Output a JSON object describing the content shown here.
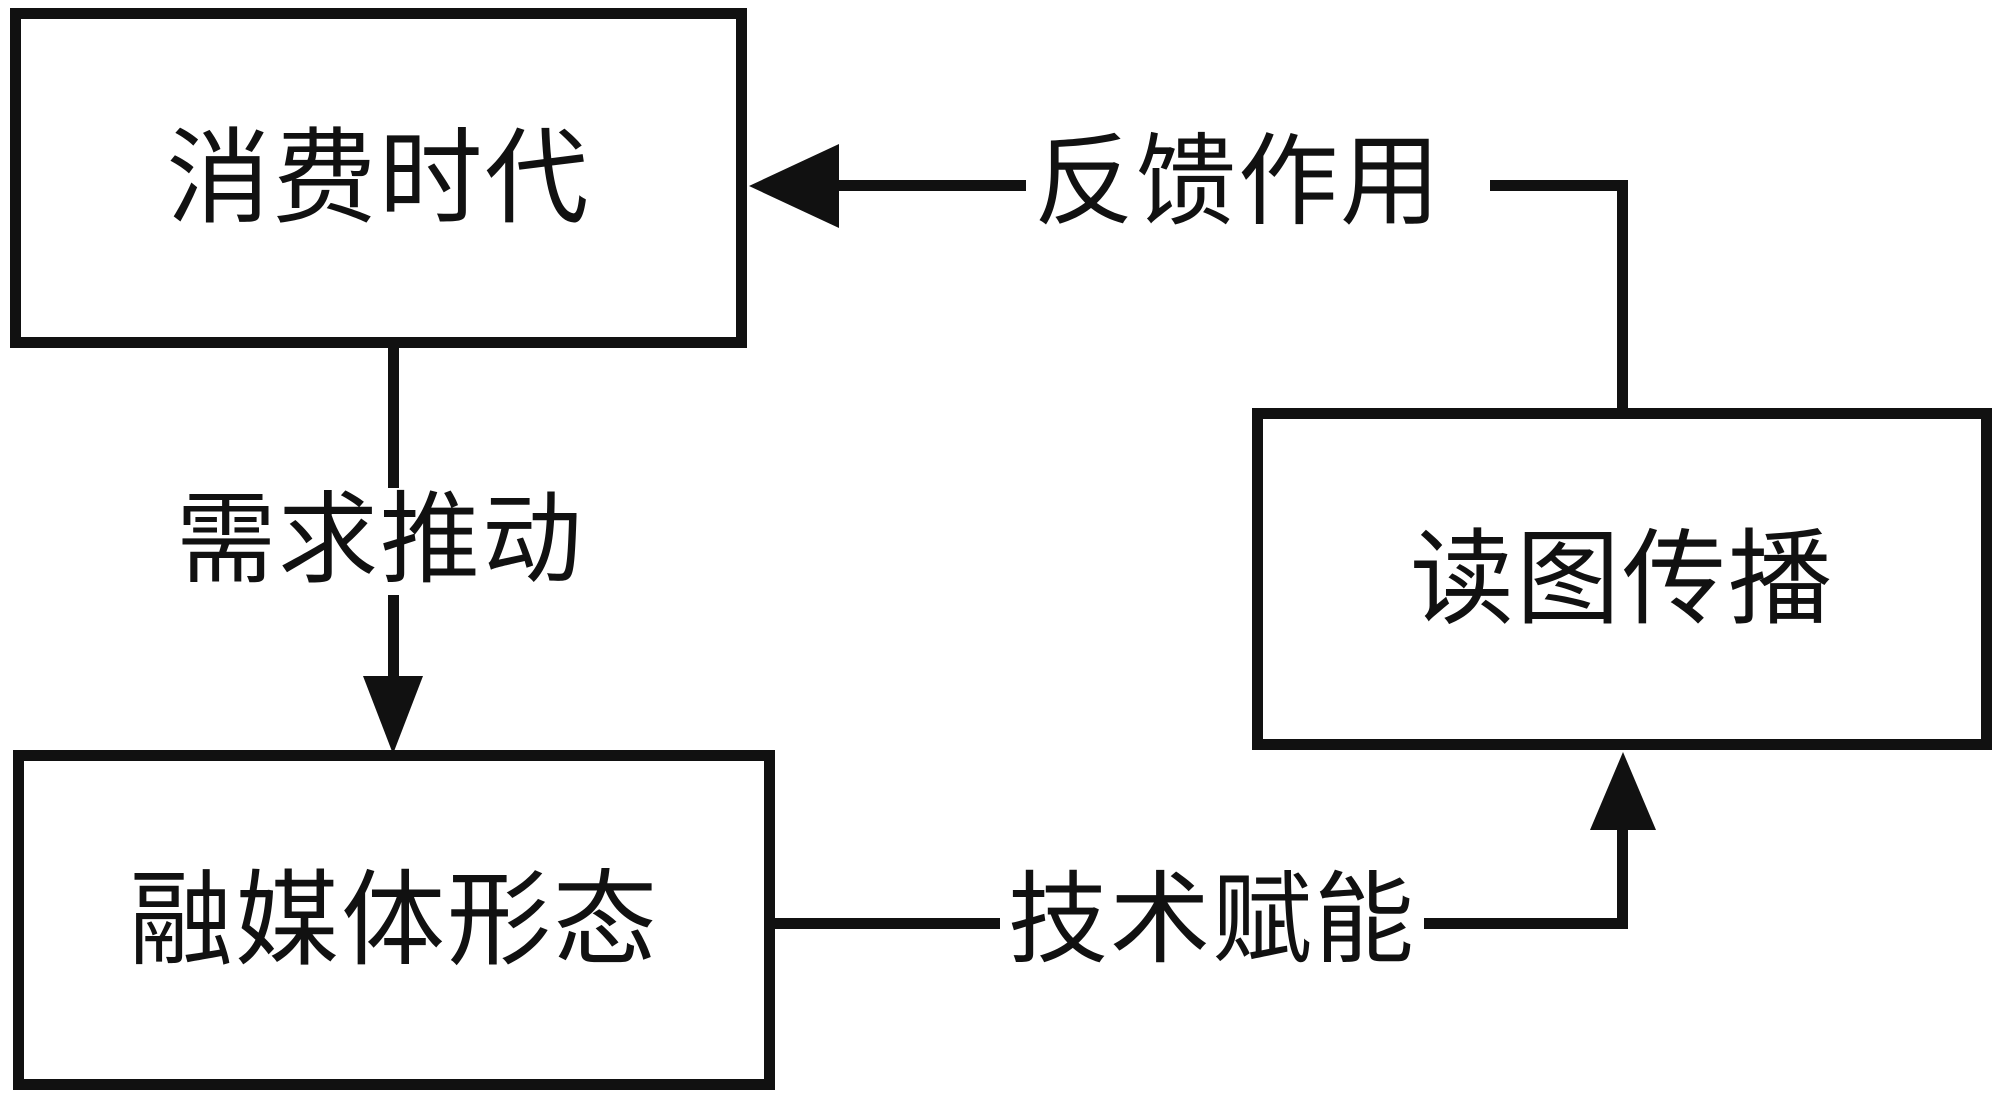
{
  "diagram": {
    "title": "",
    "background_color": "#ffffff",
    "line_color": "#111111",
    "text_color": "#111111",
    "nodes": [
      {
        "id": "consumer-era",
        "label": "消费时代"
      },
      {
        "id": "media-form",
        "label": "融媒体形态"
      },
      {
        "id": "image-comm",
        "label": "读图传播"
      }
    ],
    "edges": [
      {
        "id": "demand-drive",
        "from": "consumer-era",
        "to": "media-form",
        "label": "需求推动",
        "direction": "down"
      },
      {
        "id": "tech-empower",
        "from": "media-form",
        "to": "image-comm",
        "label": "技术赋能",
        "direction": "right-up"
      },
      {
        "id": "feedback-effect",
        "from": "image-comm",
        "to": "consumer-era",
        "label": "反馈作用",
        "direction": "up-left"
      }
    ]
  }
}
